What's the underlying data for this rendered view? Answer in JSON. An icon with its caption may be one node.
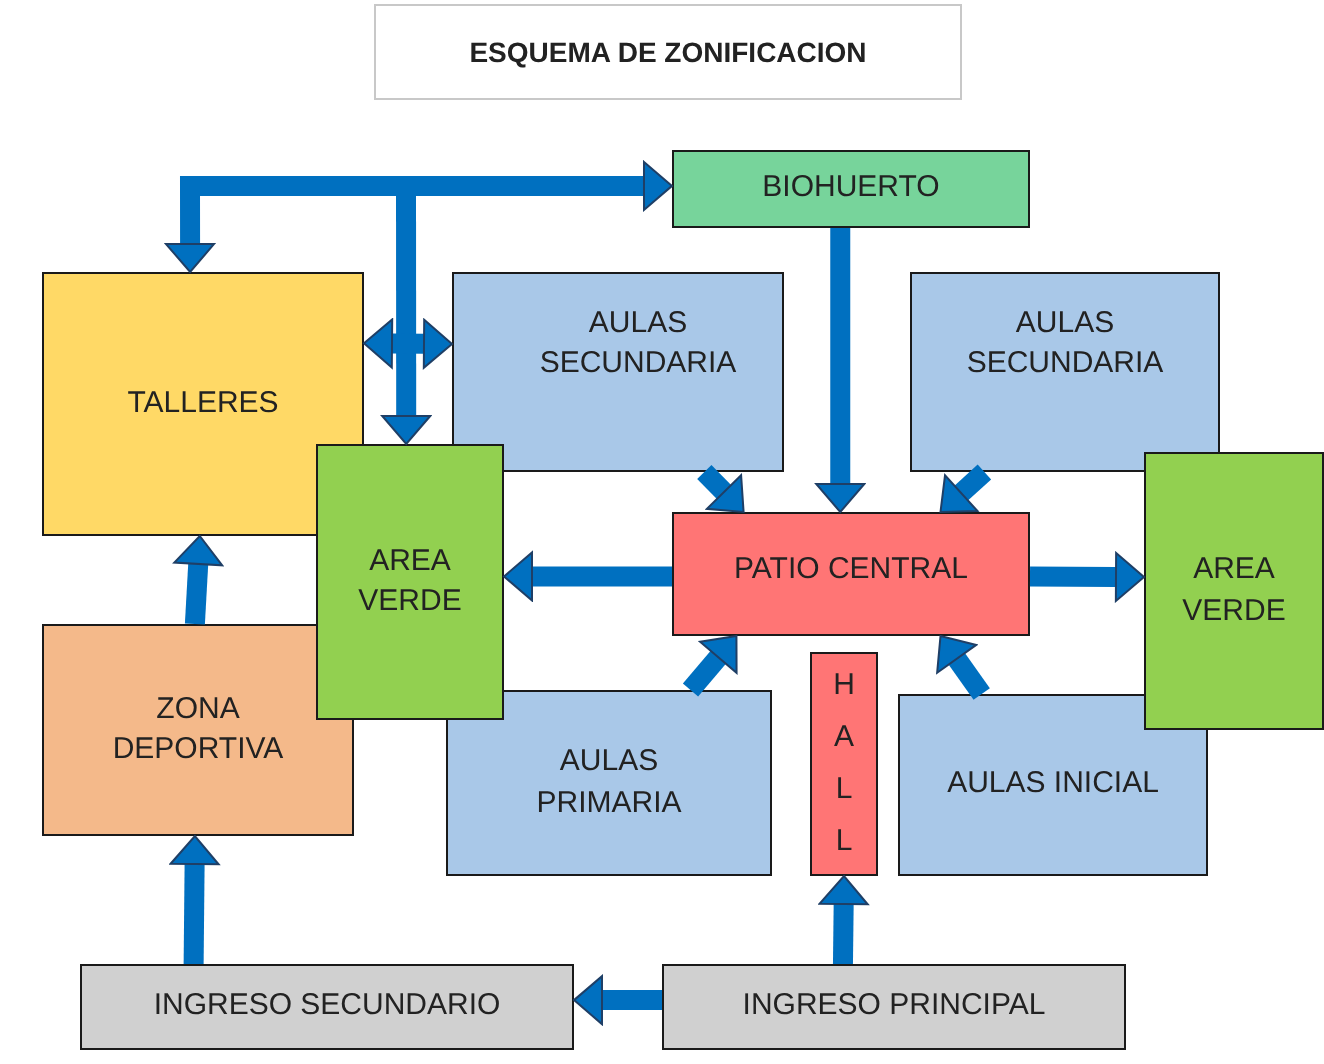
{
  "diagram": {
    "title": "ESQUEMA DE ZONIFICACION",
    "nodes": [
      {
        "text": [
          "BIOHUERTO"
        ]
      },
      {
        "text": [
          "TALLERES"
        ]
      },
      {
        "text": [
          "AULAS SECUNDARIA"
        ]
      },
      {
        "text": [
          "AULAS SECUNDARIA"
        ]
      },
      {
        "text": [
          "AREA VERDE"
        ]
      },
      {
        "text": [
          "PATIO CENTRAL"
        ]
      },
      {
        "text": [
          "AREA VERDE"
        ]
      },
      {
        "text": [
          "ZONA DEPORTIVA"
        ]
      },
      {
        "text": [
          "AULAS PRIMARIA"
        ]
      },
      {
        "text": [
          "HALL"
        ]
      },
      {
        "text": [
          "AULAS INICIAL"
        ]
      },
      {
        "text": [
          "INGRESO SECUNDARIO"
        ]
      },
      {
        "text": [
          "INGRESO PRINCIPAL"
        ]
      }
    ],
    "edges": [
      {
        "from": null,
        "to": 0,
        "arrow": "to"
      },
      {
        "from": null,
        "to": 1,
        "arrow": "to"
      },
      {
        "from": null,
        "to": 4,
        "arrow": "to"
      },
      {
        "from": 1,
        "to": 2,
        "arrow": "both"
      },
      {
        "from": 0,
        "to": 5,
        "arrow": "to"
      },
      {
        "from": 2,
        "to": 5,
        "arrow": "to"
      },
      {
        "from": 3,
        "to": 5,
        "arrow": "to"
      },
      {
        "from": 5,
        "to": 4,
        "arrow": "to"
      },
      {
        "from": 5,
        "to": 6,
        "arrow": "to"
      },
      {
        "from": 8,
        "to": 5,
        "arrow": "to"
      },
      {
        "from": 10,
        "to": 5,
        "arrow": "to"
      },
      {
        "from": 7,
        "to": 1,
        "arrow": "to"
      },
      {
        "from": 11,
        "to": 7,
        "arrow": "to"
      },
      {
        "from": 12,
        "to": 9,
        "arrow": "to"
      },
      {
        "from": 12,
        "to": 11,
        "arrow": "to"
      }
    ]
  }
}
